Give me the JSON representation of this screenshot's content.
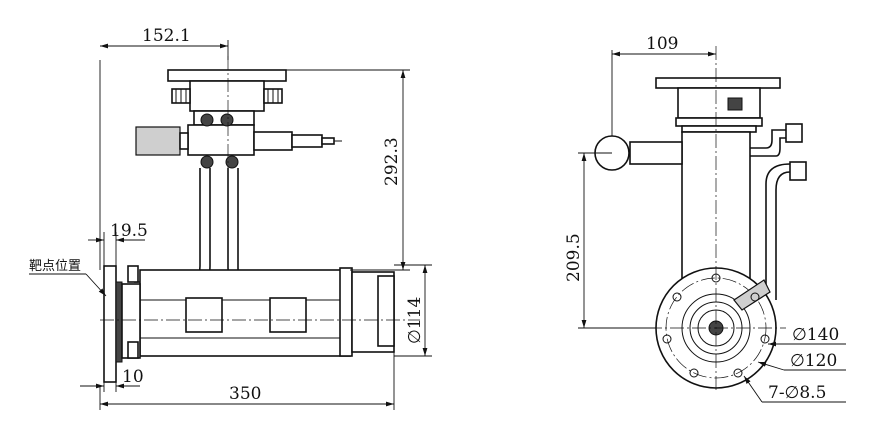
{
  "side_view": {
    "dim_width_top": "152.1",
    "dim_height_overall": "292.3",
    "dim_flange_offset": "19.5",
    "label_target_position": "靶点位置",
    "dim_diameter_tube": "∅114",
    "dim_flange_thickness": "10",
    "dim_length_overall": "350"
  },
  "end_view": {
    "dim_width_top": "109",
    "dim_height_center": "209.5",
    "dim_diameter_outer": "∅140",
    "dim_diameter_bolt_circle": "∅120",
    "dim_holes": "7-∅8.5"
  }
}
